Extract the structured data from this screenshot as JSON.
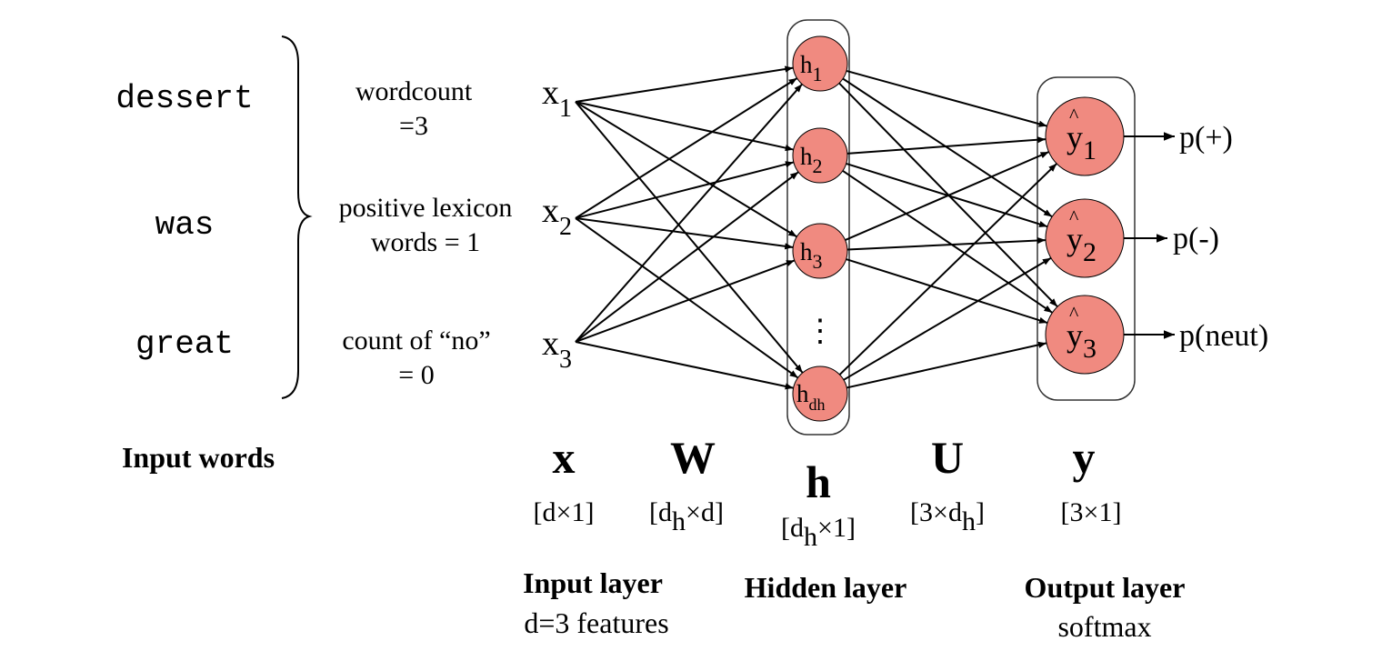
{
  "input_words": {
    "title": "Input words",
    "words": [
      "dessert",
      "was",
      "great"
    ]
  },
  "features": [
    {
      "line1": "wordcount",
      "line2": "=3"
    },
    {
      "line1": "positive lexicon",
      "line2": "words = 1"
    },
    {
      "line1": "count of “no”",
      "line2": "= 0"
    }
  ],
  "input_nodes": [
    {
      "base": "x",
      "sub": "1"
    },
    {
      "base": "x",
      "sub": "2"
    },
    {
      "base": "x",
      "sub": "3"
    }
  ],
  "hidden_nodes": [
    {
      "base": "h",
      "sub": "1"
    },
    {
      "base": "h",
      "sub": "2"
    },
    {
      "base": "h",
      "sub": "3"
    },
    {
      "base": "h",
      "sub": "dh"
    }
  ],
  "hidden_ellipsis": "⋮",
  "output_nodes": [
    {
      "base": "y",
      "hat": "^",
      "sub": "1",
      "prob": "p(+)"
    },
    {
      "base": "y",
      "hat": "^",
      "sub": "2",
      "prob": "p(-)"
    },
    {
      "base": "y",
      "hat": "^",
      "sub": "3",
      "prob": "p(neut)"
    }
  ],
  "symbols": {
    "x": {
      "sym": "x",
      "dim": "[d×1]"
    },
    "W": {
      "sym": "W",
      "dim_pre": "[d",
      "dim_sub": "h",
      "dim_post": "×d]"
    },
    "h": {
      "sym": "h",
      "dim_pre": "[d",
      "dim_sub": "h",
      "dim_post": "×1]"
    },
    "U": {
      "sym": "U",
      "dim_pre": "[3×d",
      "dim_sub": "h",
      "dim_post": "]"
    },
    "y": {
      "sym": "y",
      "dim": "[3×1]"
    }
  },
  "layers": {
    "input": {
      "title": "Input layer",
      "subtitle": "d=3 features"
    },
    "hidden": {
      "title": "Hidden layer"
    },
    "output": {
      "title": "Output layer",
      "subtitle": "softmax"
    }
  },
  "colors": {
    "node_fill": "#F08A80",
    "stroke": "#000000",
    "box_stroke": "#333333"
  }
}
